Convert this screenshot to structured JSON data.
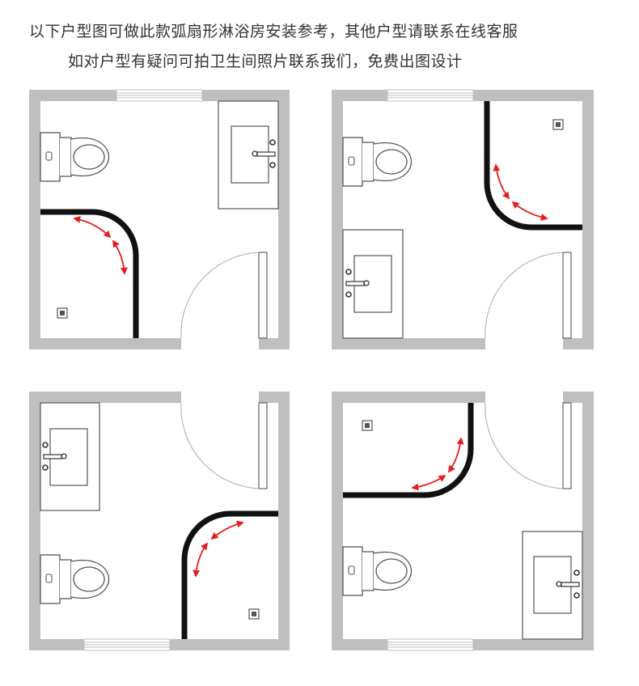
{
  "header": {
    "line1": "以下户型图可做此款弧扇形淋浴房安装参考，其他户型请联系在线客服",
    "line2": "如对户型有疑问可拍卫生间照片联系我们，免费出图设计"
  },
  "colors": {
    "wall": "#bfbfbf",
    "partition": "#111111",
    "arrow": "#e41e1e",
    "fixture_stroke": "#555555",
    "door_stroke": "#aaaaaa"
  },
  "plans": [
    {
      "id": "top-left",
      "shower_corner": "bottom-left",
      "door_corner": "bottom-right",
      "toilet_side": "left",
      "sink_side": "right",
      "window_side": "top"
    },
    {
      "id": "top-right",
      "shower_corner": "top-right",
      "door_corner": "bottom-right",
      "toilet_side": "left",
      "sink_side": "left",
      "window_side": "top"
    },
    {
      "id": "bottom-left",
      "shower_corner": "bottom-right",
      "door_corner": "top-right",
      "toilet_side": "left",
      "sink_side": "left",
      "window_side": "bottom"
    },
    {
      "id": "bottom-right",
      "shower_corner": "top-left",
      "door_corner": "top-right",
      "toilet_side": "left",
      "sink_side": "right",
      "window_side": "bottom"
    }
  ]
}
